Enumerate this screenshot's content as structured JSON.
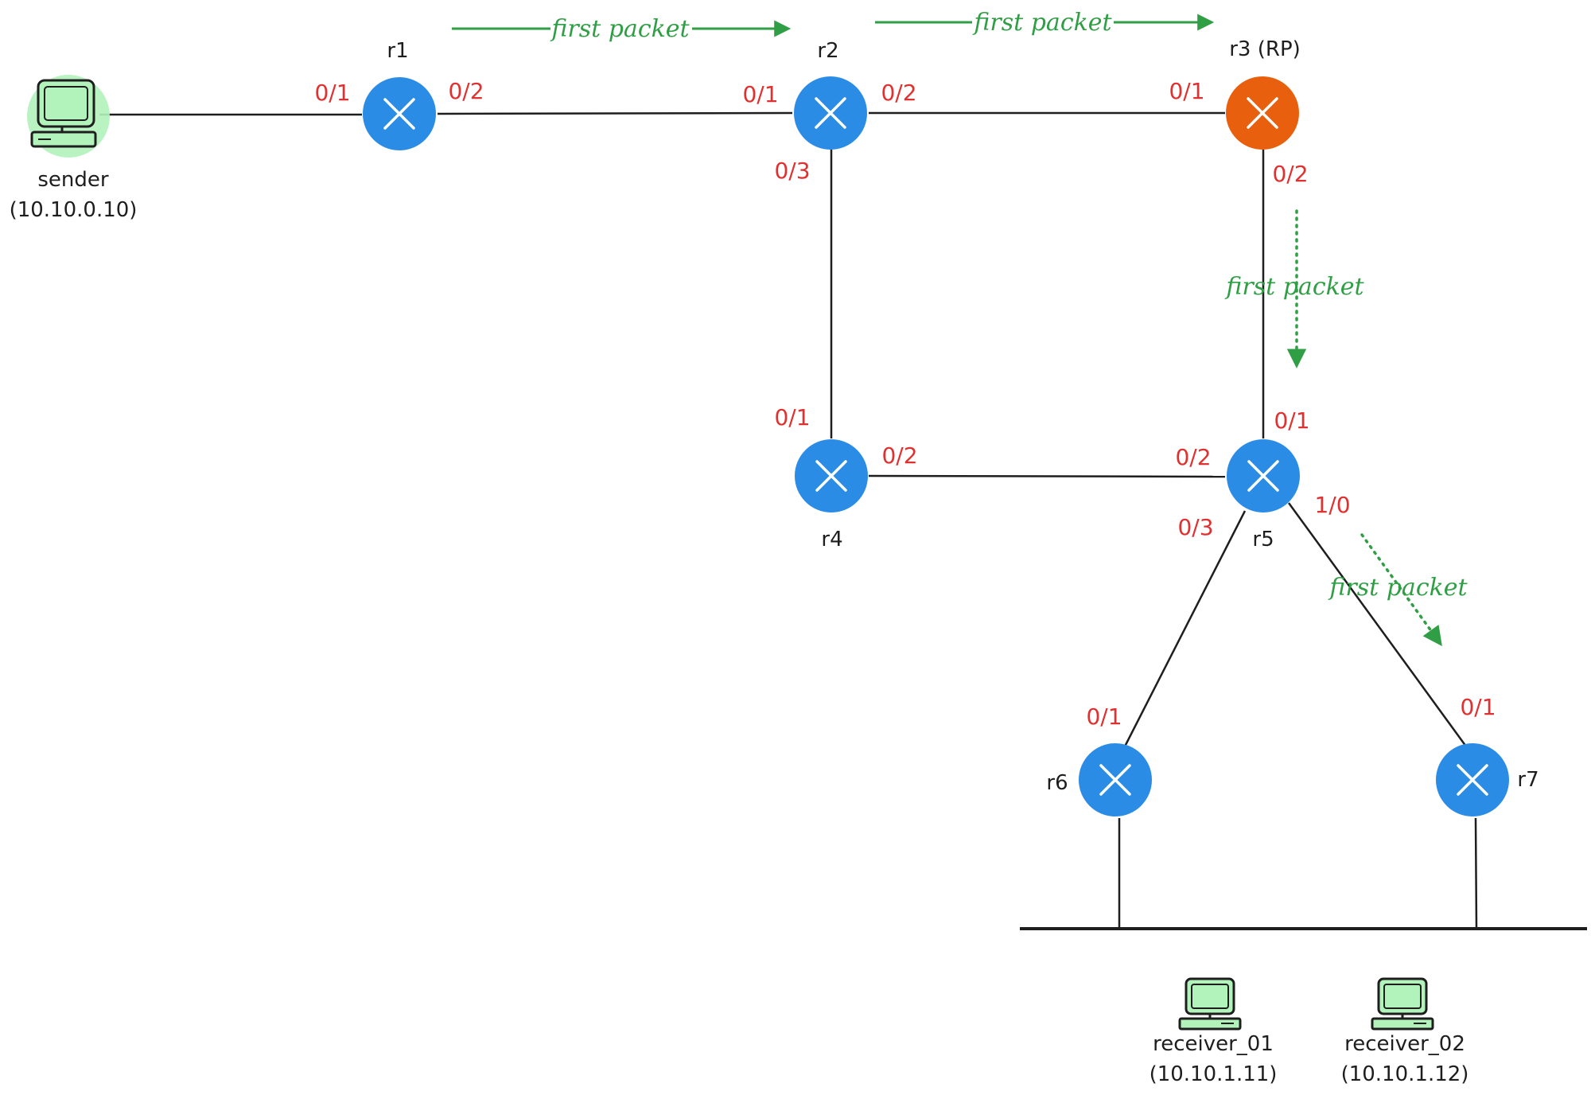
{
  "colors": {
    "router": "#2b8ce6",
    "router_rp": "#e8600d",
    "port_label": "#e03131",
    "flow": "#2f9e44",
    "host_fill": "#b2f2bb",
    "host_halo": "#b2f2bb"
  },
  "routers": {
    "r1": {
      "name": "r1"
    },
    "r2": {
      "name": "r2"
    },
    "r3": {
      "name": "r3 (RP)"
    },
    "r4": {
      "name": "r4"
    },
    "r5": {
      "name": "r5"
    },
    "r6": {
      "name": "r6"
    },
    "r7": {
      "name": "r7"
    }
  },
  "hosts": {
    "sender": {
      "name": "sender",
      "ip": "(10.10.0.10)",
      "icon": "computer-icon"
    },
    "receiver_01": {
      "name": "receiver_01",
      "ip": "(10.10.1.11)",
      "icon": "computer-icon"
    },
    "receiver_02": {
      "name": "receiver_02",
      "ip": "(10.10.1.12)",
      "icon": "computer-icon"
    }
  },
  "ports": {
    "r1_0_1": "0/1",
    "r1_0_2": "0/2",
    "r2_0_1": "0/1",
    "r2_0_2": "0/2",
    "r2_0_3": "0/3",
    "r3_0_1": "0/1",
    "r3_0_2": "0/2",
    "r4_0_1": "0/1",
    "r4_0_2": "0/2",
    "r5_0_1": "0/1",
    "r5_0_2": "0/2",
    "r5_0_3": "0/3",
    "r5_1_0": "1/0",
    "r6_0_1": "0/1",
    "r7_0_1": "0/1"
  },
  "flows": {
    "r1_r2": "first packet",
    "r2_r3": "first packet",
    "r3_r5": "first packet",
    "r5_r7": "first packet"
  }
}
